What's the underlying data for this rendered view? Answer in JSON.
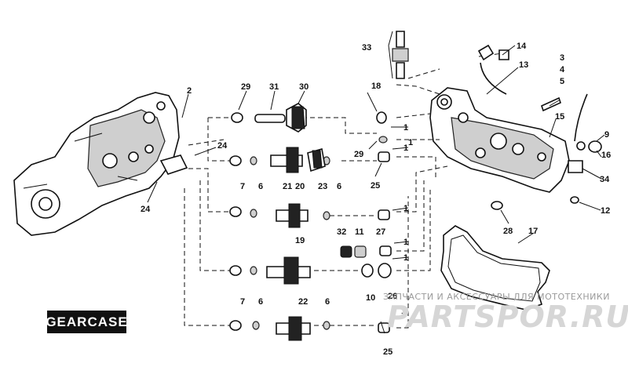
{
  "tag_label": "GEARCASE",
  "watermark": {
    "line1": "ЗАПЧАСТИ И АКСЕССУАРЫ ДЛЯ МОТОТЕХНИКИ",
    "line2": "PARTSPOR.RU"
  },
  "callouts": [
    "1",
    "1",
    "1",
    "1",
    "1",
    "1",
    "1",
    "2",
    "3",
    "4",
    "5",
    "6",
    "6",
    "6",
    "6",
    "7",
    "7",
    "9",
    "10",
    "11",
    "12",
    "13",
    "14",
    "15",
    "16",
    "17",
    "18",
    "19",
    "20",
    "21",
    "22",
    "23",
    "24",
    "24",
    "25",
    "25",
    "26",
    "27",
    "28",
    "29",
    "29",
    "30",
    "31",
    "32",
    "33",
    "34"
  ],
  "colors": {
    "ink": "#111111",
    "background": "#ffffff",
    "tag_bg": "#111111",
    "tag_text": "#ffffff"
  }
}
